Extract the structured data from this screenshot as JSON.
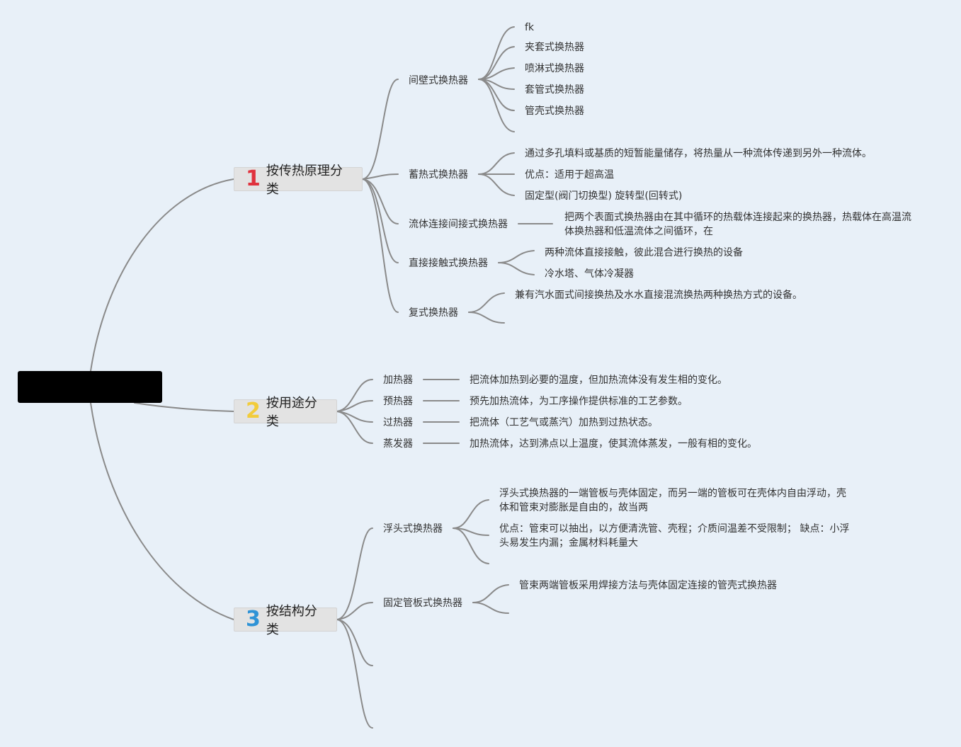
{
  "root": {
    "label": ""
  },
  "colors": {
    "num1": "#e0323d",
    "num2": "#f2cc3b",
    "num3": "#2f93d6",
    "line": "#8a8a8a",
    "background": "#e8f0f8"
  },
  "branches": [
    {
      "num": "1",
      "label": "按传热原理分类",
      "children": [
        {
          "label": "间壁式换热器",
          "children": [
            "fk",
            "夹套式换热器",
            "喷淋式换热器",
            "套管式换热器",
            "管壳式换热器",
            ""
          ]
        },
        {
          "label": "蓄热式换热器",
          "children": [
            "通过多孔填料或基质的短暂能量储存，将热量从一种流体传递到另外一种流体。",
            "优点：适用于超高温",
            "固定型(阀门切换型) 旋转型(回转式)"
          ]
        },
        {
          "label": "流体连接间接式换热器",
          "children": [
            "把两个表面式换热器由在其中循环的热载体连接起来的换热器，热载体在高温流体换热器和低温流体之间循环，在"
          ]
        },
        {
          "label": "直接接触式换热器",
          "children": [
            "两种流体直接接触，彼此混合进行换热的设备",
            "冷水塔、气体冷凝器"
          ]
        },
        {
          "label": "复式换热器",
          "children": [
            "兼有汽水面式间接换热及水水直接混流换热两种换热方式的设备。",
            ""
          ]
        }
      ]
    },
    {
      "num": "2",
      "label": "按用途分类",
      "children": [
        {
          "label": "加热器",
          "children": [
            "把流体加热到必要的温度，但加热流体没有发生相的变化。"
          ]
        },
        {
          "label": "预热器",
          "children": [
            "预先加热流体，为工序操作提供标准的工艺参数。"
          ]
        },
        {
          "label": "过热器",
          "children": [
            "把流体（工艺气或蒸汽）加热到过热状态。"
          ]
        },
        {
          "label": "蒸发器",
          "children": [
            "加热流体，达到沸点以上温度，使其流体蒸发，一般有相的变化。"
          ]
        }
      ]
    },
    {
      "num": "3",
      "label": "按结构分类",
      "children": [
        {
          "label": "浮头式换热器",
          "children": [
            "浮头式换热器的一端管板与壳体固定，而另一端的管板可在壳体内自由浮动，壳体和管束对膨胀是自由的，故当两",
            "优点：管束可以抽出，以方便清洗管、壳程；介质间温差不受限制； 缺点：小浮头易发生内漏；金属材料耗量大",
            ""
          ]
        },
        {
          "label": "固定管板式换热器",
          "children": [
            "管束两端管板采用焊接方法与壳体固定连接的管壳式换热器",
            ""
          ]
        },
        {
          "label": "",
          "children": []
        },
        {
          "label": "",
          "children": []
        }
      ]
    }
  ]
}
